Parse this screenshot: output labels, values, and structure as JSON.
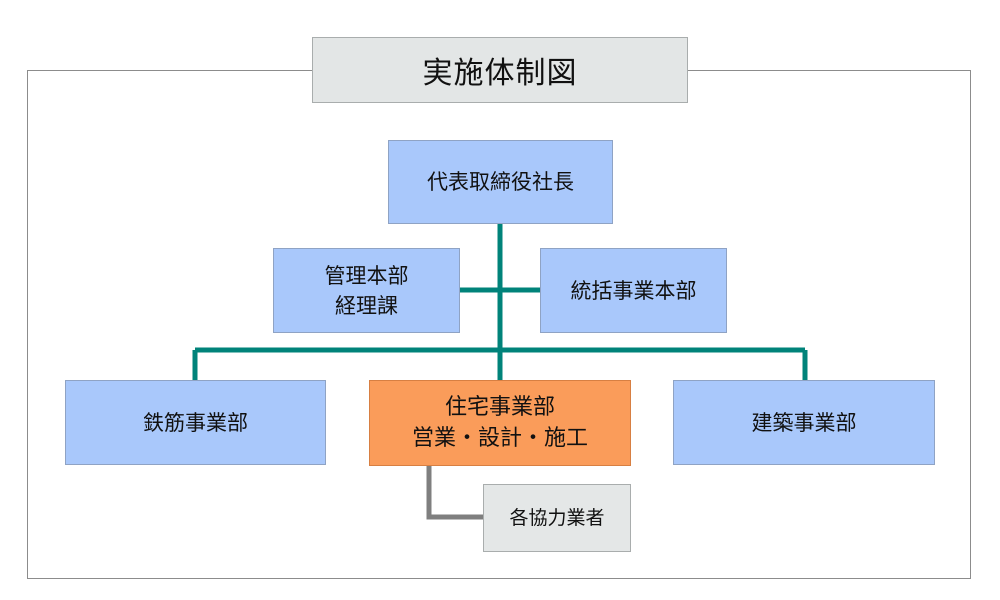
{
  "title": "実施体制図",
  "nodes": {
    "president": "代表取締役社長",
    "management": [
      "管理本部",
      "経理課"
    ],
    "general": "統括事業本部",
    "rebar": "鉄筋事業部",
    "housing": [
      "住宅事業部",
      "営業・設計・施工"
    ],
    "construction": "建築事業部",
    "partners": "各協力業者"
  },
  "colors": {
    "node_fill": "#a9c8fb",
    "highlight_fill": "#fa9c5a",
    "neutral_fill": "#e4e7e7",
    "connector_main": "#00837a",
    "connector_sub": "#7f7f7f"
  }
}
